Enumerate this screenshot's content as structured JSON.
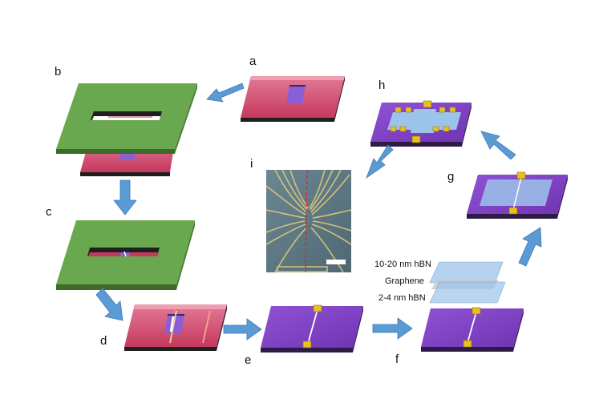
{
  "panel_labels": {
    "a": "a",
    "b": "b",
    "c": "c",
    "d": "d",
    "e": "e",
    "f": "f",
    "g": "g",
    "h": "h",
    "i": "i"
  },
  "layer_labels": {
    "top_hbn": "10-20 nm hBN",
    "graphene": "Graphene",
    "bottom_hbn": "2-4 nm hBN"
  },
  "colors": {
    "substrate_pink": "#c5395e",
    "substrate_pink_top": "#e88ea3",
    "substrate_edge": "#1f1f1f",
    "mask_green": "#6aa84f",
    "mask_green_dark": "#4a7a36",
    "chip_purple": "#7b3fbf",
    "chip_purple_edge": "#2d1b47",
    "window_violet": "#8a5fd6",
    "hbn_blue": "#9cc3ea",
    "contact_gold": "#e8c020",
    "arrow_blue": "#5b9bd5",
    "arrow_blue_edge": "#3d78b3",
    "micrograph_bg": "#5f7a86",
    "gate_line": "#d4c27a",
    "cut_line_red": "#e02020"
  }
}
